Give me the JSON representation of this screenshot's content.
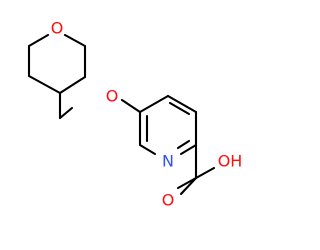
{
  "molecule": {
    "atoms": {
      "ring_oxygen": {
        "symbol": "O",
        "color": "#ff0d0d"
      },
      "ether_oxygen": {
        "symbol": "O",
        "color": "#ff0d0d"
      },
      "pyridine_nitrogen": {
        "symbol": "N",
        "color": "#3050f8"
      },
      "hydroxyl_group": {
        "symbol": "OH",
        "color": "#ff0d0d"
      },
      "carbonyl_oxygen": {
        "symbol": "O",
        "color": "#ff0d0d"
      }
    },
    "bond_color": "#000000"
  }
}
